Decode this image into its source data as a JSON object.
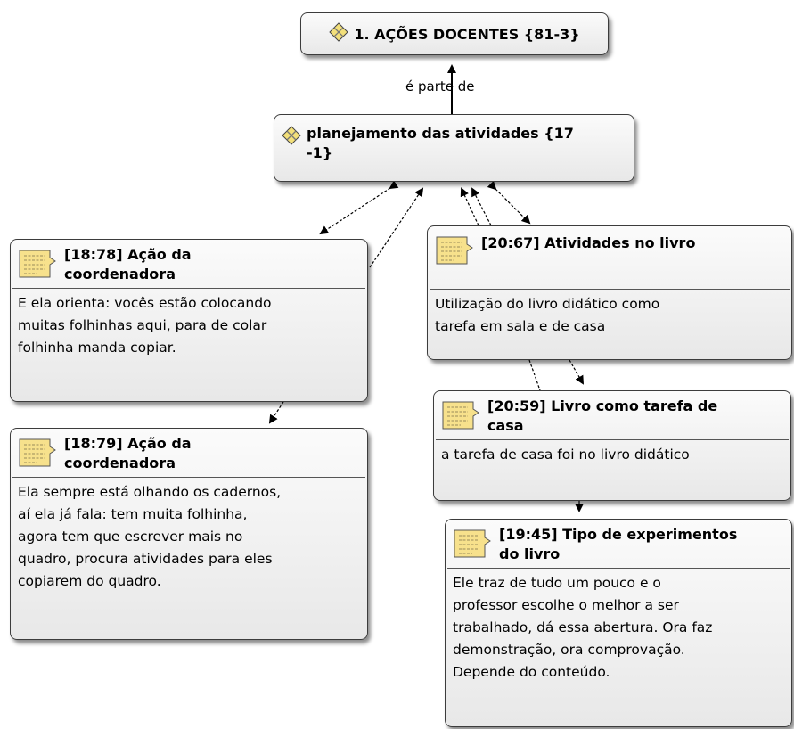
{
  "nodes": {
    "acoes": {
      "label": "1. AÇÕES DOCENTES {81-3}"
    },
    "planejamento": {
      "line1": "planejamento das atividades {17",
      "line2": "-1}"
    },
    "q1878": {
      "title_line1": "[18:78] Ação da",
      "title_line2": "coordenadora",
      "body": [
        "E ela orienta: vocês estão colocando",
        "muitas folhinhas aqui, para de colar",
        "folhinha manda copiar."
      ]
    },
    "q1879": {
      "title_line1": "[18:79] Ação da",
      "title_line2": "coordenadora",
      "body": [
        "Ela sempre está olhando os cadernos,",
        "aí ela já fala: tem muita folhinha,",
        "agora tem que escrever mais no",
        "quadro, procura atividades para eles",
        "copiarem do quadro."
      ]
    },
    "q2067": {
      "title_line1": "[20:67] Atividades no livro",
      "body": [
        "Utilização do livro didático como",
        "tarefa em sala e de casa"
      ]
    },
    "q2059": {
      "title_line1": "[20:59] Livro como tarefa de",
      "title_line2": "casa",
      "body": [
        "a tarefa de casa foi no livro didático"
      ]
    },
    "q1945": {
      "title_line1": "[19:45] Tipo de experimentos",
      "title_line2": "do livro",
      "body": [
        "Ele traz de tudo um pouco e o",
        "professor escolhe o melhor a ser",
        "trabalhado, dá essa abertura. Ora faz",
        "demonstração, ora comprovação.",
        "Depende do conteúdo."
      ]
    }
  },
  "links": {
    "is_part_of": "é parte de"
  },
  "colors": {
    "node_border": "#3c3c3c",
    "icon_yellow": "#f3e07a",
    "line": "#000000"
  }
}
